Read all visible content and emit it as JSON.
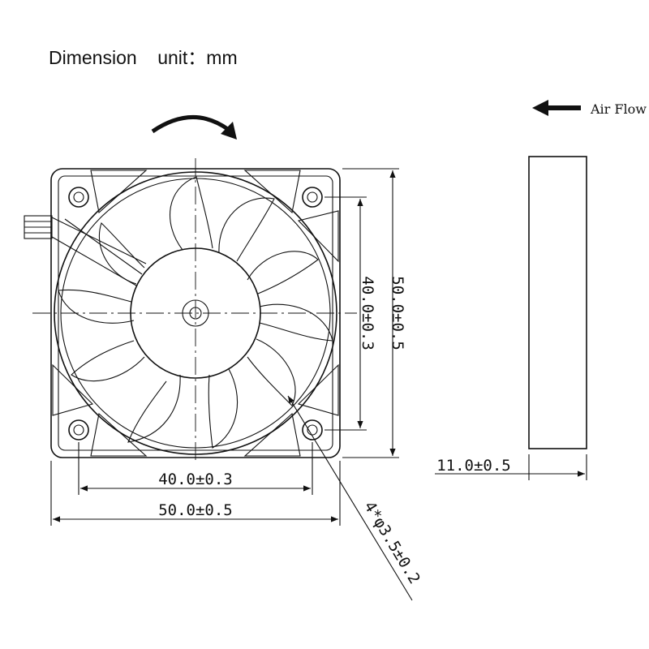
{
  "header": {
    "title": "Dimension",
    "unit_label": "unit：mm"
  },
  "front_view": {
    "dim_mount_horizontal": "40.0±0.3",
    "dim_overall_horizontal": "50.0±0.5",
    "dim_mount_vertical": "40.0±0.3",
    "dim_overall_vertical": "50.0±0.5",
    "dim_holes": "4*φ3.5±0.2",
    "rotation_arrow": "clockwise-arrow-icon"
  },
  "side_view": {
    "airflow_label": "Air Flow",
    "airflow_arrow": "left-arrow-icon",
    "dim_thickness": "11.0±0.5"
  }
}
